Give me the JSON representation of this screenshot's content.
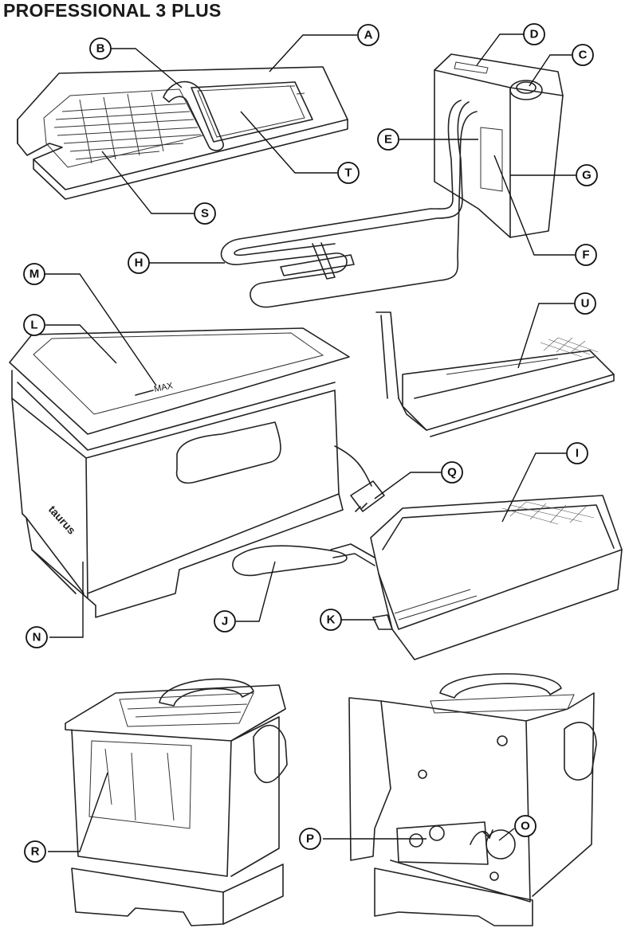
{
  "title": "PROFESSIONAL 3 PLUS",
  "max_mark": "MAX",
  "brand_mark": "taurus",
  "callouts": {
    "A": "A",
    "B": "B",
    "C": "C",
    "D": "D",
    "E": "E",
    "F": "F",
    "G": "G",
    "H": "H",
    "I": "I",
    "J": "J",
    "K": "K",
    "L": "L",
    "M": "M",
    "N": "N",
    "O": "O",
    "P": "P",
    "Q": "Q",
    "R": "R",
    "S": "S",
    "T": "T",
    "U": "U"
  }
}
